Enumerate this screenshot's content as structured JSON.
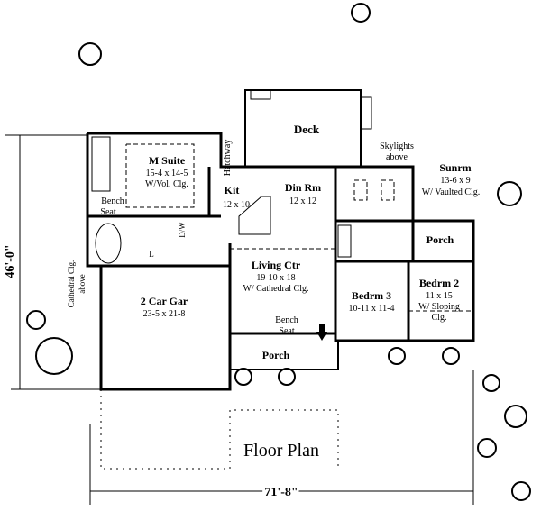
{
  "title": "Floor Plan",
  "dimensions": {
    "width": "71'-8\"",
    "depth": "46'-0\""
  },
  "rooms": {
    "deck": {
      "name": "Deck"
    },
    "master": {
      "name": "M Suite",
      "size": "15-4 x 14-5",
      "note": "W/Vol. Clg."
    },
    "kitchen": {
      "name": "Kit",
      "size": "12 x 10"
    },
    "dining": {
      "name": "Din Rm",
      "size": "12 x 12"
    },
    "sunroom": {
      "name": "Sunrm",
      "size": "13-6 x 9",
      "note": "W/ Vaulted Clg."
    },
    "living": {
      "name": "Living Ctr",
      "size": "19-10 x 18",
      "note": "W/ Cathedral Clg."
    },
    "garage": {
      "name": "2 Car Gar",
      "size": "23-5 x 21-8"
    },
    "bed3": {
      "name": "Bedrm 3",
      "size": "10-11 x 11-4"
    },
    "bed2": {
      "name": "Bedrm 2",
      "size": "11 x 15",
      "note1": "W/ Sloping",
      "note2": "Clg."
    },
    "rear_porch": {
      "name": "Porch"
    },
    "front_porch": {
      "name": "Porch"
    }
  },
  "annotations": {
    "hatchway": "Hatchway",
    "skylights1": "Skylights",
    "skylights2": "above",
    "bench1a": "Bench",
    "bench1b": "Seat",
    "bench2a": "Bench",
    "bench2b": "Seat",
    "cathedral1": "Cathedral Clg.",
    "cathedral2": "above",
    "dw": "D/W",
    "laundry": "L"
  }
}
